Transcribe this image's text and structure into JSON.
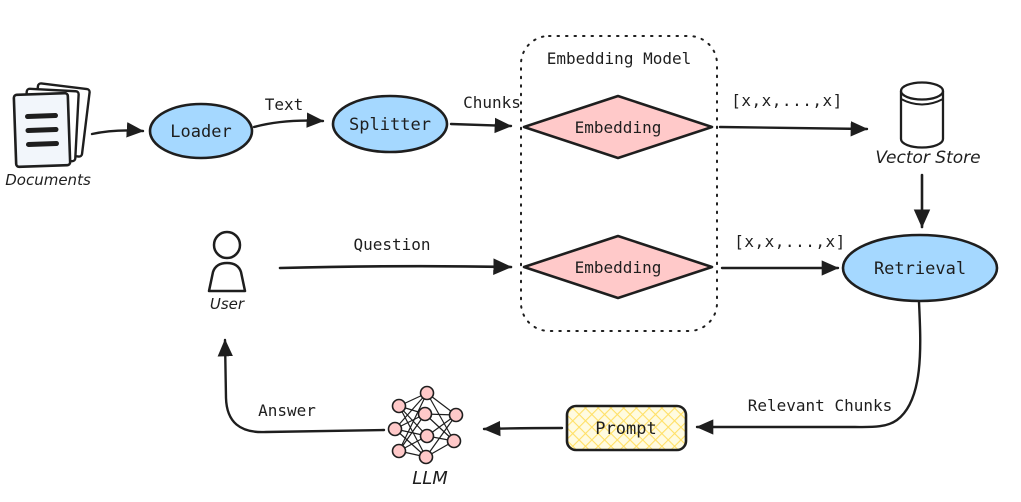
{
  "colors": {
    "stroke": "#1e1e1e",
    "node_blue": "#a5d8ff",
    "node_pink": "#ffc9c9",
    "prompt_fill": "#fffbe0",
    "prompt_hatch": "#ffe066",
    "llm_node_fill": "#ffc9c9",
    "page_fill": "#f2f6fb"
  },
  "nodes": {
    "documents": {
      "label": "Documents"
    },
    "loader": {
      "label": "Loader"
    },
    "splitter": {
      "label": "Splitter"
    },
    "embedding_group": {
      "label": "Embedding Model"
    },
    "embedding_top": {
      "label": "Embedding"
    },
    "embedding_bottom": {
      "label": "Embedding"
    },
    "vector_store": {
      "label": "Vector Store"
    },
    "retrieval": {
      "label": "Retrieval"
    },
    "user": {
      "label": "User"
    },
    "prompt": {
      "label": "Prompt"
    },
    "llm": {
      "label": "LLM"
    }
  },
  "edges": {
    "loader_to_splitter": {
      "label": "Text"
    },
    "splitter_to_embedding": {
      "label": "Chunks"
    },
    "embedding_to_vector_store": {
      "label": "[x,x,...,x]"
    },
    "user_to_embedding": {
      "label": "Question"
    },
    "embedding_to_retrieval": {
      "label": "[x,x,...,x]"
    },
    "retrieval_to_prompt": {
      "label": "Relevant Chunks"
    },
    "llm_to_user": {
      "label": "Answer"
    }
  }
}
